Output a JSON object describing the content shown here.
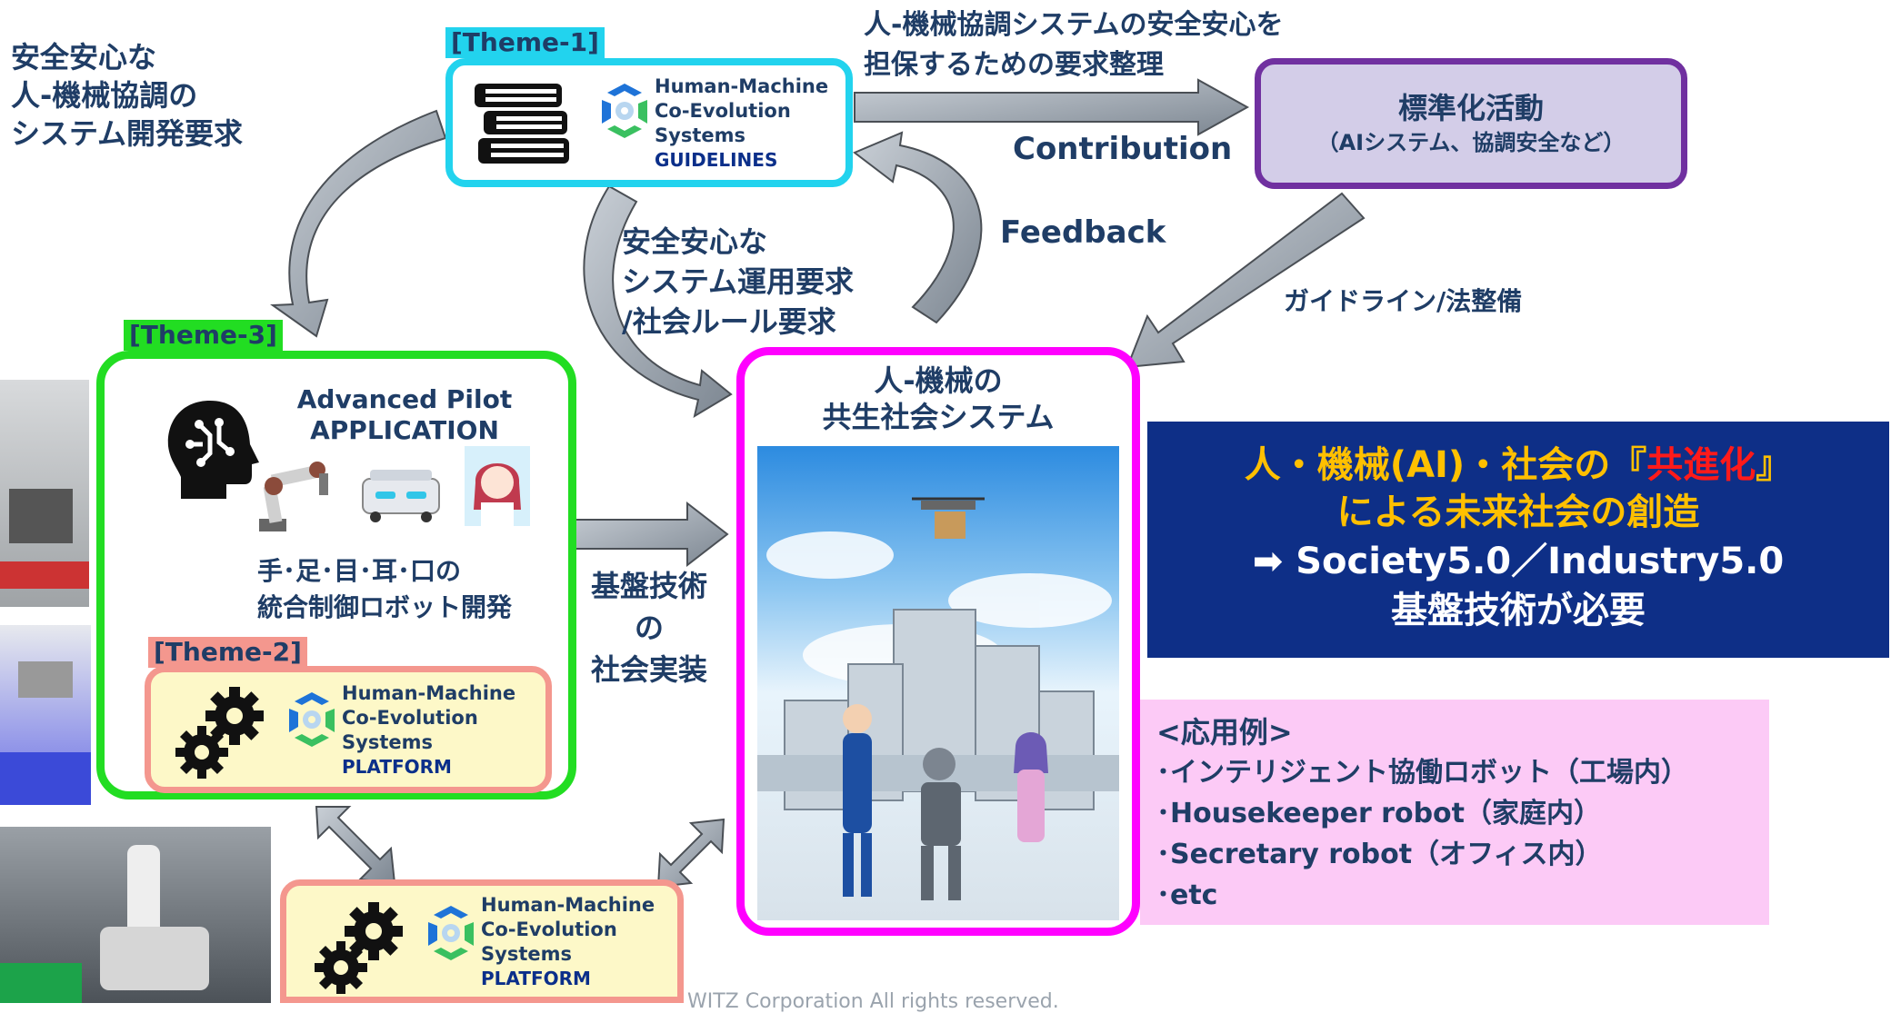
{
  "left_heading": [
    "安全安心な",
    "人-機械協調の",
    "システム開発要求"
  ],
  "theme1": {
    "label": "[Theme-1]",
    "logo": {
      "line1": "Human-Machine",
      "line2": "Co-Evolution",
      "line3": "Systems",
      "line4": "GUIDELINES"
    }
  },
  "top_arrow_text": [
    "人-機械協調システムの安全安心を",
    "担保するための要求整理"
  ],
  "contribution": "Contribution",
  "standardization": {
    "title": "標準化活動",
    "subtitle": "（AIシステム、協調安全など）"
  },
  "feedback": "Feedback",
  "ops_requirements": [
    "安全安心な",
    "システム運用要求",
    "/社会ルール要求"
  ],
  "guideline_law": "ガイドライン/法整備",
  "theme3": {
    "label": "[Theme-3]",
    "title1": "Advanced Pilot",
    "title2": "APPLICATION",
    "desc": [
      "手･足･目･耳･口の",
      "統合制御ロボット開発"
    ]
  },
  "theme2": {
    "label": "[Theme-2]",
    "logo": {
      "line1": "Human-Machine",
      "line2": "Co-Evolution",
      "line3": "Systems",
      "line4": "PLATFORM"
    }
  },
  "platform_bottom": {
    "logo": {
      "line1": "Human-Machine",
      "line2": "Co-Evolution",
      "line3": "Systems",
      "line4": "PLATFORM"
    }
  },
  "implementation": [
    "基盤技術",
    "の",
    "社会実装"
  ],
  "society": {
    "title1": "人-機械の",
    "title2": "共生社会システム"
  },
  "coevolution": {
    "line1_pre": "人・機械(AI)・社会の『",
    "line1_red": "共進化",
    "line1_post": "』",
    "line2": "による未来社会の創造",
    "line3": "➡ Society5.0／Industry5.0",
    "line4": "基盤技術が必要",
    "accent": "#ff1a1a",
    "bg": "#0e2f87"
  },
  "applications": {
    "header": "<応用例>",
    "items": [
      "･インテリジェント協働ロボット（工場内）",
      "･Housekeeper robot（家庭内）",
      "･Secretary robot（オフィス内）",
      "･etc"
    ]
  },
  "footer": "WITZ Corporation All rights reserved.",
  "colors": {
    "theme1_border": "#22d3ee",
    "theme3_border": "#22dd22",
    "theme2_border": "#f4978e",
    "platform_fill": "#fdf8c8",
    "society_border": "#ff00ff",
    "std_border": "#7030a0",
    "std_fill": "#d3cde8",
    "app_fill": "#fccaf6",
    "arrow": "#9aa3ad"
  }
}
